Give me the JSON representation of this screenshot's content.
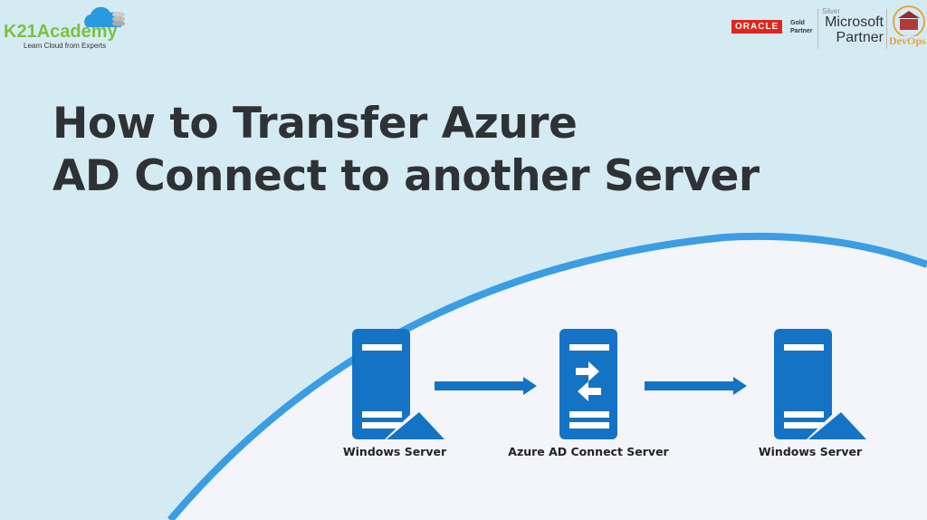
{
  "brand": {
    "name": "K21Academy",
    "tagline": "Learn Cloud from Experts"
  },
  "partners": {
    "oracle": "ORACLE",
    "oracle_level": "Gold",
    "oracle_partner": "Partner",
    "ms_level": "Silver",
    "ms_name": "Microsoft",
    "ms_partner": "Partner",
    "devops": "DevOps"
  },
  "title": {
    "line1": "How to Transfer Azure",
    "line2": "AD Connect to another Server"
  },
  "diagram": {
    "nodes": [
      {
        "label": "Windows Server"
      },
      {
        "label": "Azure AD Connect Server"
      },
      {
        "label": "Windows Server"
      }
    ]
  },
  "colors": {
    "background": "#d5ebf4",
    "panel": "#f3f5fb",
    "accent": "#1473c4",
    "arc": "#3b9de3"
  }
}
